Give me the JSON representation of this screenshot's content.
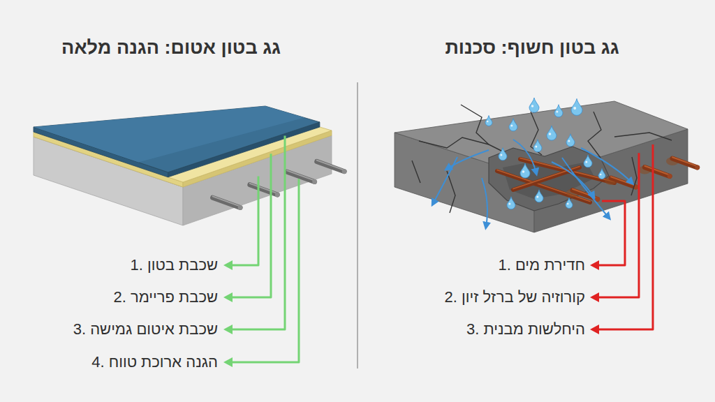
{
  "diagram": {
    "labels": [
      "גג בטון אטום: הגנה מלאה",
      "גג בטון חשוף: סכנות",
      "1. שכבת בטון",
      "2. שכבת פריימר",
      "3. שכבת איטום גמישה",
      "4. הגנה ארוכת טווח",
      "1. חדירת מים",
      "2. קורוזיה של ברזל זיון",
      "3. היחלשות מבנית"
    ]
  }
}
